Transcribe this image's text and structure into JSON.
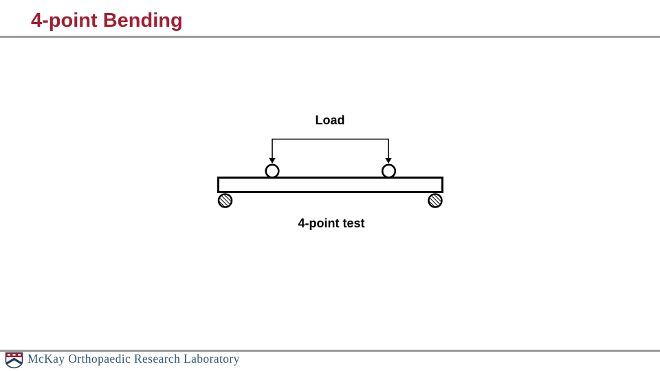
{
  "slide": {
    "title": "4-point Bending"
  },
  "diagram": {
    "load_label": "Load",
    "caption": "4-point test",
    "elements": [
      "load-bracket",
      "left-load-arrow",
      "right-load-arrow",
      "left-loading-roller",
      "right-loading-roller",
      "specimen-beam",
      "left-support-roller",
      "right-support-roller"
    ]
  },
  "footer": {
    "lab_name": "McKay Orthopaedic Research Laboratory",
    "logo": "penn-shield-logo"
  },
  "colors": {
    "title": "#A01E32",
    "rule": "#9A9A9A",
    "diagram_ink": "#000000",
    "footer_text": "#2F5777",
    "logo_red": "#95212F",
    "logo_navy": "#1C3B5E"
  }
}
